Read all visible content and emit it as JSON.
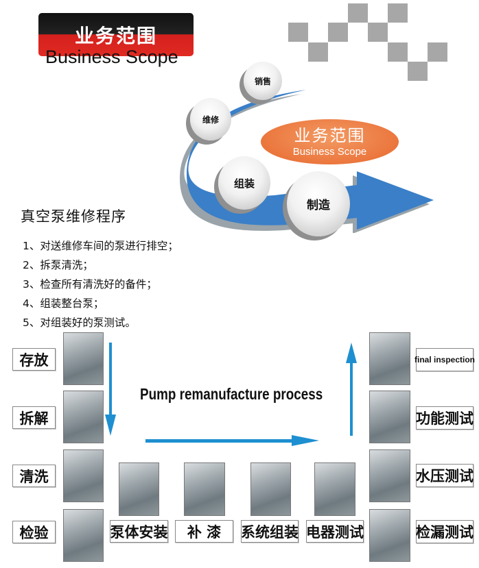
{
  "header": {
    "title_cn": "业务范围",
    "title_en": "Business Scope"
  },
  "diagram": {
    "balls": [
      "销售",
      "维修",
      "组装",
      "制造"
    ],
    "center_cn": "业务范围",
    "center_en": "Business Scope",
    "colors": {
      "arrow": "#3a7fc8",
      "ellipse": "#e8672d",
      "header_red": "#d4201d"
    }
  },
  "procedure": {
    "title": "真空泵维修程序",
    "steps": [
      "1、对送维修车间的泵进行排空；",
      "2、拆泵清洗；",
      "3、检查所有清洗好的备件；",
      "4、组装整台泵；",
      "5、对组装好的泵测试。"
    ]
  },
  "process": {
    "title": "Pump remanufacture process",
    "left": [
      "存放",
      "拆解",
      "清洗",
      "检验"
    ],
    "bottom": [
      "泵体安装",
      "补 漆",
      "系统组装",
      "电器测试"
    ],
    "right": [
      "final inspection",
      "功能测试",
      "水压测试",
      "检漏测试"
    ]
  }
}
